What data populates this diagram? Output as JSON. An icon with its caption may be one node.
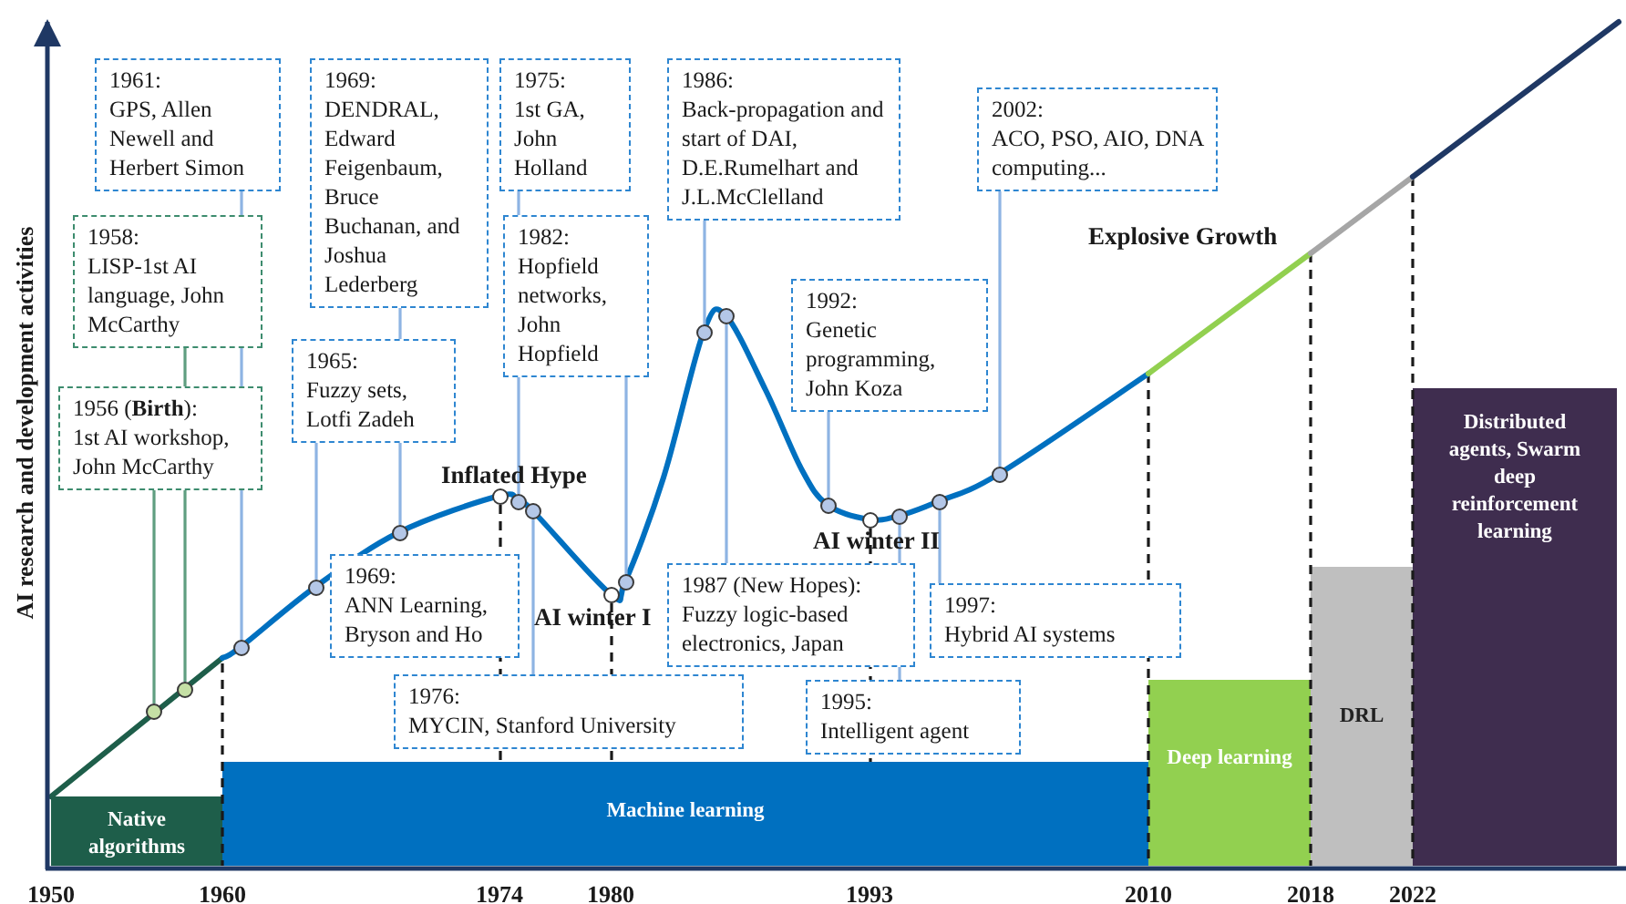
{
  "diagram": {
    "nodes": [
      {
        "text": [
          "1961:",
          "GPS, Allen Newell and Herbert Simon"
        ]
      },
      {
        "text": [
          "1969:",
          "DENDRAL, Edward Feigenbaum, Bruce Buchanan, and Joshua Lederberg"
        ]
      },
      {
        "text": [
          "1975:",
          "1st GA, John Holland"
        ]
      },
      {
        "text": [
          "1986:",
          "Back-propagation and start of DAI, D.E.Rumelhart and J.L.McClelland"
        ]
      },
      {
        "text": [
          "2002:",
          "ACO, PSO, AIO, DNA computing..."
        ]
      },
      {
        "text": [
          "1958:",
          "LISP-1st AI language, John McCarthy"
        ]
      },
      {
        "text": [
          "1982:",
          "Hopfield networks, John Hopfield"
        ]
      },
      {
        "text": [
          "1992:",
          "Genetic programming, John Koza"
        ]
      },
      {
        "text": [
          "1965:",
          "Fuzzy sets, Lotfi Zadeh"
        ]
      },
      {
        "text": [
          "1956 (**Birth**):",
          "1st AI workshop, John McCarthy"
        ]
      },
      {
        "text": [
          "1969:",
          "ANN Learning, Bryson and Ho"
        ]
      },
      {
        "text": [
          "1987 (New Hopes):",
          "Fuzzy logic-based electronics, Japan"
        ]
      },
      {
        "text": [
          "1997:",
          "Hybrid AI systems"
        ]
      },
      {
        "text": [
          "1976:",
          "MYCIN, Stanford University"
        ]
      },
      {
        "text": [
          "1995:",
          "Intelligent agent"
        ]
      },
      {
        "text": [
          "Native algorithms"
        ]
      },
      {
        "text": [
          "Machine learning"
        ]
      },
      {
        "text": [
          "Deep learning"
        ]
      },
      {
        "text": [
          "DRL"
        ]
      },
      {
        "text": [
          "Distributed agents, Swarm deep reinforcement learning"
        ]
      },
      {
        "text": [],
        "shape": "circle"
      },
      {
        "text": [],
        "shape": "circle"
      },
      {
        "text": [],
        "shape": "circle"
      },
      {
        "text": [],
        "shape": "circle"
      },
      {
        "text": [],
        "shape": "circle"
      },
      {
        "text": [],
        "shape": "circle"
      },
      {
        "text": [],
        "shape": "circle"
      },
      {
        "text": [],
        "shape": "circle"
      },
      {
        "text": [],
        "shape": "circle"
      },
      {
        "text": [],
        "shape": "circle"
      },
      {
        "text": [],
        "shape": "circle"
      },
      {
        "text": [],
        "shape": "circle"
      },
      {
        "text": [],
        "shape": "circle"
      },
      {
        "text": [],
        "shape": "circle"
      },
      {
        "text": [],
        "shape": "circle"
      },
      {
        "text": [],
        "shape": "circle"
      },
      {
        "text": [],
        "shape": "circle"
      }
    ],
    "edges": [
      {
        "from": 9,
        "to": 20,
        "arrow": "none",
        "color": "#5f9e80"
      },
      {
        "from": 5,
        "to": 21,
        "arrow": "none",
        "color": "#5f9e80"
      },
      {
        "from": 0,
        "to": 22,
        "arrow": "none"
      },
      {
        "from": 8,
        "to": 23,
        "arrow": "none"
      },
      {
        "from": 1,
        "to": 24,
        "arrow": "none"
      },
      {
        "from": 2,
        "to": 26,
        "arrow": "none"
      },
      {
        "from": 13,
        "to": 27,
        "arrow": "none"
      },
      {
        "from": 6,
        "to": 29,
        "arrow": "none"
      },
      {
        "from": 3,
        "to": 30,
        "arrow": "none"
      },
      {
        "from": 11,
        "to": 31,
        "arrow": "none"
      },
      {
        "from": 7,
        "to": 32,
        "arrow": "none"
      },
      {
        "from": 14,
        "to": 34,
        "arrow": "none"
      },
      {
        "from": 12,
        "to": 35,
        "arrow": "none"
      },
      {
        "from": 4,
        "to": 36,
        "arrow": "none"
      },
      {
        "from": 25,
        "to": 16,
        "arrow": "none",
        "style": "dashed",
        "color": "#1a1a1a"
      },
      {
        "from": 28,
        "to": 16,
        "arrow": "none",
        "style": "dashed",
        "color": "#1a1a1a"
      },
      {
        "from": 33,
        "to": 16,
        "arrow": "none",
        "style": "dashed",
        "color": "#1a1a1a"
      }
    ],
    "labels": [
      "AI research and development activities",
      "Explosive Growth",
      "Inflated Hype",
      "AI winter II",
      "AI winter I",
      "1950",
      "1960",
      "1974",
      "1980",
      "1993",
      "2010",
      "2018",
      "2022"
    ]
  }
}
